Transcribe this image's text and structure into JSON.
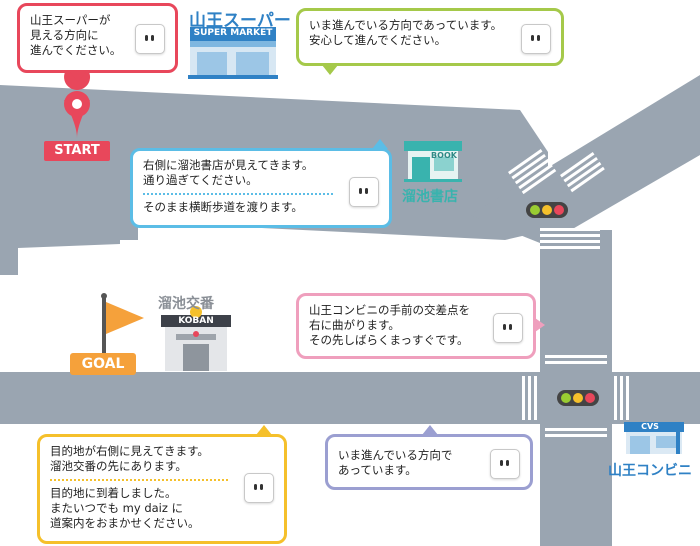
{
  "colors": {
    "road": "#9aa5b1",
    "crosswalk": "#ffffff",
    "accent_red": "#e8475b",
    "accent_green": "#a5c94a",
    "accent_blue": "#5bbde6",
    "accent_pink": "#ef9fbd",
    "accent_yellow": "#f5c02b",
    "accent_purple": "#9b9fd1",
    "goal_orange": "#f5a13b",
    "shop_teal": "#39b3ae",
    "shop_blue": "#2f81c5"
  },
  "start": {
    "label": "START",
    "icon": "map-pin-icon"
  },
  "goal": {
    "label": "GOAL",
    "icon": "flag-icon"
  },
  "landmarks": {
    "supermarket": {
      "name": "山王スーパー",
      "sign": "SUPER MARKET",
      "icon": "supermarket-icon"
    },
    "bookstore": {
      "name": "溜池書店",
      "sign": "BOOK",
      "icon": "bookstore-icon"
    },
    "koban": {
      "name": "溜池交番",
      "sign": "KOBAN",
      "icon": "police-box-icon"
    },
    "convenience": {
      "name": "山王コンビニ",
      "sign": "CVS",
      "icon": "convenience-store-icon"
    }
  },
  "messages": {
    "m1": "山王スーパーが\n見える方向に\n進んでください。",
    "m2": "いま進んでいる方向であっています。\n安心して進んでください。",
    "m3a": "右側に溜池書店が見えてきます。\n通り過ぎてください。",
    "m3b": "そのまま横断歩道を渡ります。",
    "m4": "山王コンビニの手前の交差点を\n右に曲がります。\nその先しばらくまっすぐです。",
    "m5a": "目的地が右側に見えてきます。\n溜池交番の先にあります。",
    "m5b": "目的地に到着しました。\nまたいつでも my daiz に\n道案内をおまかせください。",
    "m6": "いま進んでいる方向で\nあっています。"
  }
}
